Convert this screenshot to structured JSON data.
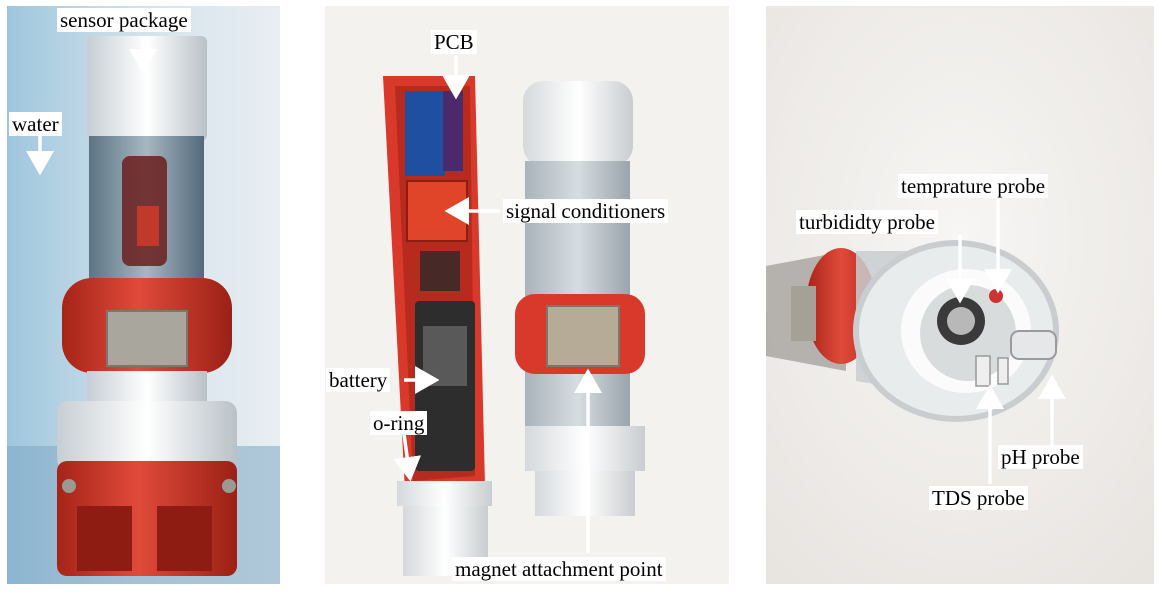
{
  "panels": [
    {
      "id": "panel-assembled",
      "labels": {
        "sensor_package": "sensor package",
        "water": "water"
      }
    },
    {
      "id": "panel-open",
      "labels": {
        "pcb": "PCB",
        "signal_conditioners": "signal conditioners",
        "battery": "battery",
        "o_ring": "o-ring",
        "magnet_attachment_point": "magnet attachment  point"
      }
    },
    {
      "id": "panel-probes",
      "labels": {
        "temprature_probe": "temprature probe",
        "turbididty_probe": "turbididty probe",
        "ph_probe": "pH probe",
        "tds_probe": "TDS probe"
      }
    }
  ],
  "colors": {
    "housing_red": "#d8392b",
    "cap_white": "#f2f2f2",
    "tube_clear": "#b9c6cf",
    "pcb_blue": "#1f4fa0",
    "plate_metal": "#a8a59a"
  }
}
